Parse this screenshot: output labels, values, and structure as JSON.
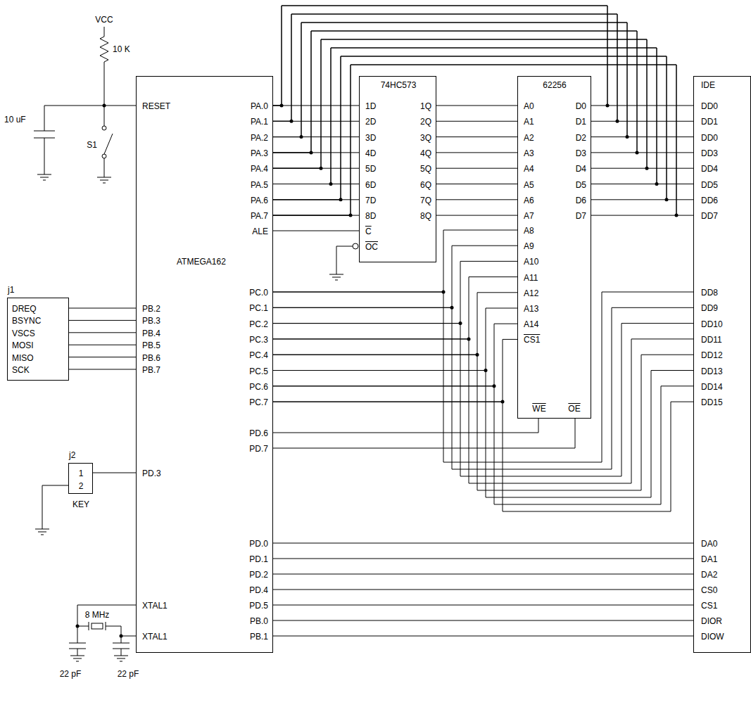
{
  "diagram": {
    "nodes": [
      {
        "text": [
          "RESET",
          "PA.0",
          "PA.1",
          "PA.2",
          "PA.3",
          "PA.4",
          "PA.5",
          "PA.6",
          "PA.7",
          "ALE",
          "ATMEGA162",
          "PB.2",
          "PB.3",
          "PB.4",
          "PB.5",
          "PB.6",
          "PB.7",
          "PC.0",
          "PC.1",
          "PC.2",
          "PC.3",
          "PC.4",
          "PC.5",
          "PC.6",
          "PC.7",
          "PD.6",
          "PD.7",
          "PD.3",
          "PD.0",
          "PD.1",
          "PD.2",
          "PD.4",
          "PD.5",
          "PB.0",
          "PB.1",
          "XTAL1",
          "XTAL1"
        ]
      },
      {
        "text": [
          "74HC573",
          "1D",
          "1Q",
          "2D",
          "2Q",
          "3D",
          "3Q",
          "4D",
          "4Q",
          "5D",
          "5Q",
          "6D",
          "6Q",
          "7D",
          "7Q",
          "8D",
          "8Q",
          "C",
          "OC"
        ]
      },
      {
        "text": [
          "62256",
          "A0",
          "D0",
          "A1",
          "D1",
          "A2",
          "D2",
          "A3",
          "D3",
          "A4",
          "D4",
          "A5",
          "D5",
          "A6",
          "D6",
          "A7",
          "D7",
          "A8",
          "A9",
          "A10",
          "A11",
          "A12",
          "A13",
          "A14",
          "CS1",
          "WE",
          "OE"
        ]
      },
      {
        "text": [
          "IDE",
          "DD0",
          "DD1",
          "DD0",
          "DD3",
          "DD4",
          "DD5",
          "DD6",
          "DD7",
          "DD8",
          "DD9",
          "DD10",
          "DD11",
          "DD12",
          "DD13",
          "DD14",
          "DD15",
          "DA0",
          "DA1",
          "DA2",
          "CS0",
          "CS1",
          "DIOR",
          "DIOW"
        ]
      },
      {
        "text": [
          "j1",
          "DREQ",
          "BSYNC",
          "VSCS",
          "MOSI",
          "MISO",
          "SCK"
        ]
      },
      {
        "text": [
          "j2",
          "1",
          "2",
          "KEY"
        ]
      }
    ],
    "edges": [
      {
        "from": 0,
        "to": 1,
        "arrow": "none"
      },
      {
        "from": 0,
        "to": 1,
        "arrow": "none"
      },
      {
        "from": 0,
        "to": 1,
        "arrow": "none"
      },
      {
        "from": 0,
        "to": 1,
        "arrow": "none"
      },
      {
        "from": 0,
        "to": 1,
        "arrow": "none"
      },
      {
        "from": 0,
        "to": 1,
        "arrow": "none"
      },
      {
        "from": 0,
        "to": 1,
        "arrow": "none"
      },
      {
        "from": 0,
        "to": 1,
        "arrow": "none"
      },
      {
        "from": 0,
        "to": 2,
        "arrow": "none"
      },
      {
        "from": 0,
        "to": 2,
        "arrow": "none"
      },
      {
        "from": 0,
        "to": 2,
        "arrow": "none"
      },
      {
        "from": 0,
        "to": 2,
        "arrow": "none"
      },
      {
        "from": 0,
        "to": 2,
        "arrow": "none"
      },
      {
        "from": 0,
        "to": 2,
        "arrow": "none"
      },
      {
        "from": 0,
        "to": 2,
        "arrow": "none"
      },
      {
        "from": 0,
        "to": 2,
        "arrow": "none"
      },
      {
        "from": 0,
        "to": 3,
        "arrow": "none"
      },
      {
        "from": 0,
        "to": 3,
        "arrow": "none"
      },
      {
        "from": 0,
        "to": 3,
        "arrow": "none"
      },
      {
        "from": 0,
        "to": 3,
        "arrow": "none"
      },
      {
        "from": 0,
        "to": 3,
        "arrow": "none"
      },
      {
        "from": 0,
        "to": 3,
        "arrow": "none"
      },
      {
        "from": 0,
        "to": 3,
        "arrow": "none"
      },
      {
        "from": 0,
        "to": 3,
        "arrow": "none"
      },
      {
        "from": 0,
        "to": 1,
        "arrow": "none"
      },
      {
        "from": 1,
        "to": 2,
        "arrow": "none"
      },
      {
        "from": 1,
        "to": 2,
        "arrow": "none"
      },
      {
        "from": 1,
        "to": 2,
        "arrow": "none"
      },
      {
        "from": 1,
        "to": 2,
        "arrow": "none"
      },
      {
        "from": 1,
        "to": 2,
        "arrow": "none"
      },
      {
        "from": 1,
        "to": 2,
        "arrow": "none"
      },
      {
        "from": 1,
        "to": 2,
        "arrow": "none"
      },
      {
        "from": 1,
        "to": 2,
        "arrow": "none"
      },
      {
        "from": 0,
        "to": 2,
        "arrow": "none"
      },
      {
        "from": 0,
        "to": 2,
        "arrow": "none"
      },
      {
        "from": 0,
        "to": 2,
        "arrow": "none"
      },
      {
        "from": 0,
        "to": 2,
        "arrow": "none"
      },
      {
        "from": 0,
        "to": 2,
        "arrow": "none"
      },
      {
        "from": 0,
        "to": 2,
        "arrow": "none"
      },
      {
        "from": 0,
        "to": 2,
        "arrow": "none"
      },
      {
        "from": 0,
        "to": 2,
        "arrow": "none"
      },
      {
        "from": 0,
        "to": 3,
        "arrow": "none"
      },
      {
        "from": 0,
        "to": 3,
        "arrow": "none"
      },
      {
        "from": 0,
        "to": 3,
        "arrow": "none"
      },
      {
        "from": 0,
        "to": 3,
        "arrow": "none"
      },
      {
        "from": 0,
        "to": 3,
        "arrow": "none"
      },
      {
        "from": 0,
        "to": 3,
        "arrow": "none"
      },
      {
        "from": 0,
        "to": 3,
        "arrow": "none"
      },
      {
        "from": 0,
        "to": 3,
        "arrow": "none"
      },
      {
        "from": 0,
        "to": 2,
        "arrow": "none"
      },
      {
        "from": 0,
        "to": 2,
        "arrow": "none"
      },
      {
        "from": 4,
        "to": 0,
        "arrow": "none"
      },
      {
        "from": 4,
        "to": 0,
        "arrow": "none"
      },
      {
        "from": 4,
        "to": 0,
        "arrow": "none"
      },
      {
        "from": 4,
        "to": 0,
        "arrow": "none"
      },
      {
        "from": 4,
        "to": 0,
        "arrow": "none"
      },
      {
        "from": 4,
        "to": 0,
        "arrow": "none"
      },
      {
        "from": 5,
        "to": 0,
        "arrow": "none"
      },
      {
        "from": 0,
        "to": 3,
        "arrow": "none"
      },
      {
        "from": 0,
        "to": 3,
        "arrow": "none"
      },
      {
        "from": 0,
        "to": 3,
        "arrow": "none"
      },
      {
        "from": 0,
        "to": 3,
        "arrow": "none"
      },
      {
        "from": 0,
        "to": 3,
        "arrow": "none"
      },
      {
        "from": 0,
        "to": 3,
        "arrow": "none"
      },
      {
        "from": 0,
        "to": 3,
        "arrow": "none"
      }
    ],
    "labels": [
      "VCC",
      "10 K",
      "10 uF",
      "S1",
      "8 MHz",
      "22 pF",
      "22 pF"
    ]
  }
}
